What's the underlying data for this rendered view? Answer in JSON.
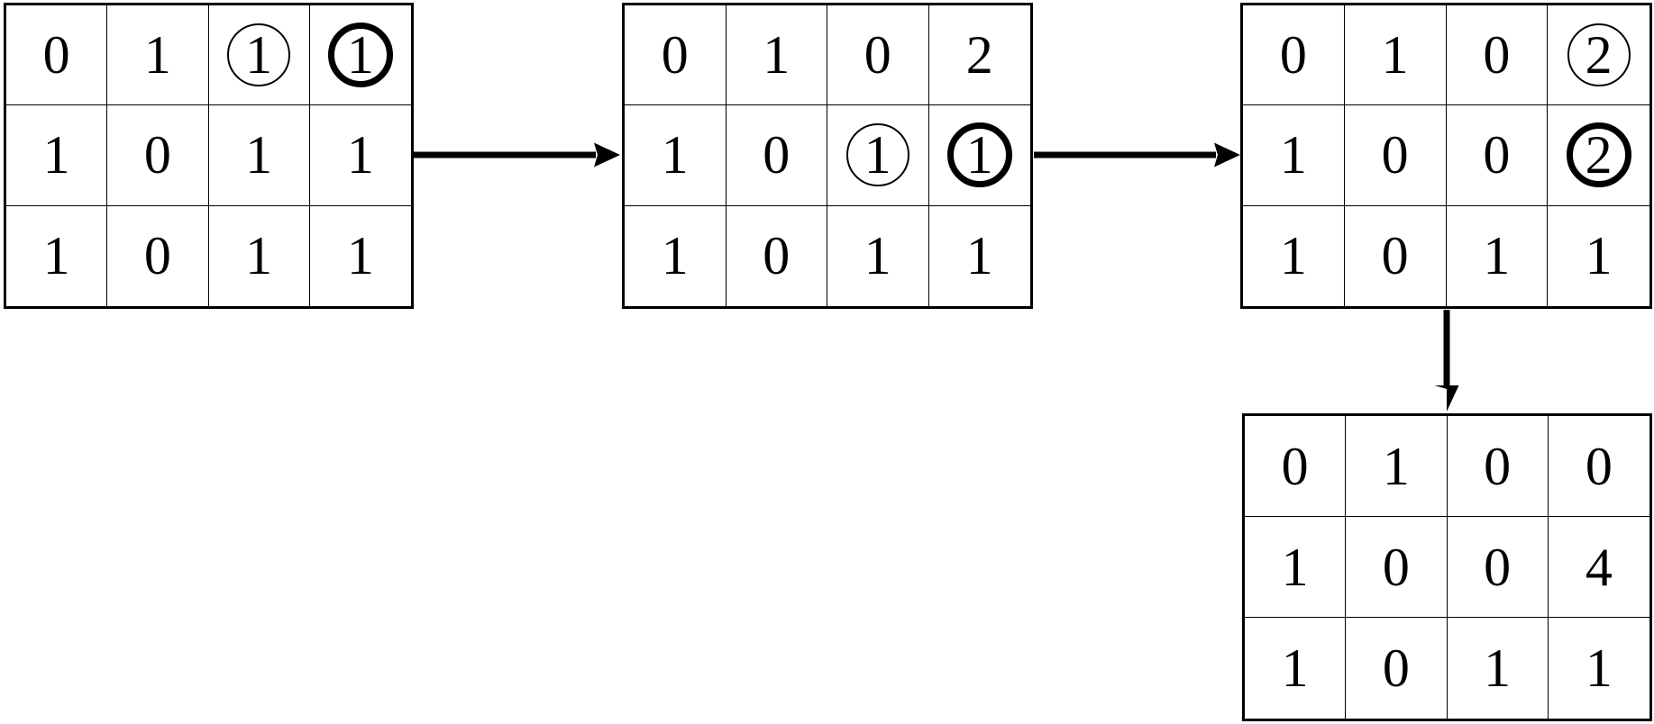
{
  "colors": {
    "background": "#ffffff",
    "ink": "#000000"
  },
  "grids": [
    {
      "id": "matrix-step-1",
      "rows": [
        [
          {
            "value": "0"
          },
          {
            "value": "1"
          },
          {
            "value": "1",
            "circle": "thin"
          },
          {
            "value": "1",
            "circle": "bold"
          }
        ],
        [
          {
            "value": "1"
          },
          {
            "value": "0"
          },
          {
            "value": "1"
          },
          {
            "value": "1"
          }
        ],
        [
          {
            "value": "1"
          },
          {
            "value": "0"
          },
          {
            "value": "1"
          },
          {
            "value": "1"
          }
        ]
      ]
    },
    {
      "id": "matrix-step-2",
      "rows": [
        [
          {
            "value": "0"
          },
          {
            "value": "1"
          },
          {
            "value": "0"
          },
          {
            "value": "2"
          }
        ],
        [
          {
            "value": "1"
          },
          {
            "value": "0"
          },
          {
            "value": "1",
            "circle": "thin"
          },
          {
            "value": "1",
            "circle": "bold"
          }
        ],
        [
          {
            "value": "1"
          },
          {
            "value": "0"
          },
          {
            "value": "1"
          },
          {
            "value": "1"
          }
        ]
      ]
    },
    {
      "id": "matrix-step-3",
      "rows": [
        [
          {
            "value": "0"
          },
          {
            "value": "1"
          },
          {
            "value": "0"
          },
          {
            "value": "2",
            "circle": "thin"
          }
        ],
        [
          {
            "value": "1"
          },
          {
            "value": "0"
          },
          {
            "value": "0"
          },
          {
            "value": "2",
            "circle": "bold"
          }
        ],
        [
          {
            "value": "1"
          },
          {
            "value": "0"
          },
          {
            "value": "1"
          },
          {
            "value": "1"
          }
        ]
      ]
    },
    {
      "id": "matrix-step-4",
      "rows": [
        [
          {
            "value": "0"
          },
          {
            "value": "1"
          },
          {
            "value": "0"
          },
          {
            "value": "0"
          }
        ],
        [
          {
            "value": "1"
          },
          {
            "value": "0"
          },
          {
            "value": "0"
          },
          {
            "value": "4"
          }
        ],
        [
          {
            "value": "1"
          },
          {
            "value": "0"
          },
          {
            "value": "1"
          },
          {
            "value": "1"
          }
        ]
      ]
    }
  ],
  "arrows": [
    {
      "id": "arrow-step1-to-step2",
      "direction": "right"
    },
    {
      "id": "arrow-step2-to-step3",
      "direction": "right"
    },
    {
      "id": "arrow-step3-to-step4",
      "direction": "down"
    }
  ]
}
